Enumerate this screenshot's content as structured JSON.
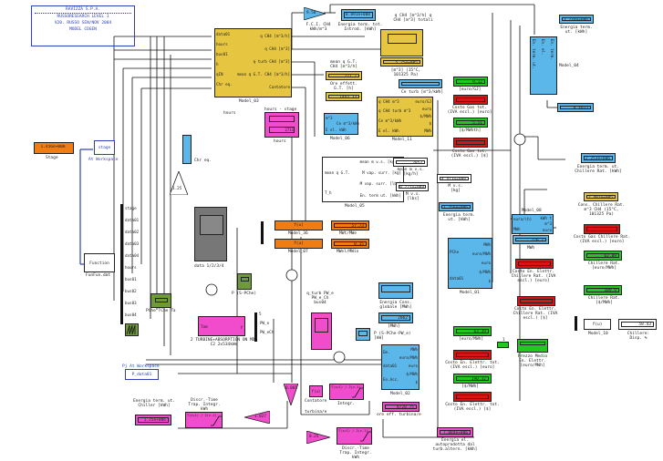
{
  "header": {
    "company": "RAVIZZA S.P.A.",
    "project": "RUSSORESEARCH LEVEL 1",
    "author_date": "V20. RUSSO SEN/NOV 2004",
    "model": "MODEL COGEN"
  },
  "stage": {
    "value": "1.456e+008",
    "label": "Stage",
    "workspace_block": "stage",
    "workspace_label": "At Workspace"
  },
  "function_block": {
    "label": "Function",
    "caption": "FunFun.dat"
  },
  "bus_signals": [
    "stage",
    "data01",
    "data02",
    "data03",
    "data04",
    "hours",
    "bus01",
    "bus02",
    "bus03",
    "bus04"
  ],
  "model_03": {
    "name": "Model_03",
    "inputs": [
      "data01",
      "hours",
      "bus01",
      "h",
      "qIN",
      "Chr eq."
    ],
    "outputs": [
      "q CH4 [m^3/h]",
      "q CH4 [m^3]",
      "q turb CH4 [m^3]",
      "mean q G.T. CH4 [m^3/h]",
      "Contatore"
    ]
  },
  "gain_fci": {
    "value": "9.58",
    "label": "F.C.I. CH4 kWh/m^3"
  },
  "energy_input": {
    "value": "8.891e+008",
    "label": "Energia term. tot. Introd. [kWh]"
  },
  "scope_total": {
    "title": "q CH4 [m^3/h] q CH4 [m^3] totali",
    "value": "5.25e+005",
    "label": "[m^3] (15°C, 101325 Pa)"
  },
  "mean_gt": {
    "title": "mean q G.T. CH4 [m^3/h]",
    "value": "221.7",
    "label": "Ore effett. G.T. [h]"
  },
  "ore_effett": {
    "value": "1443.33"
  },
  "hours_block": {
    "label": "hours",
    "scope_title": "hours - stage",
    "value": "2711",
    "caption": "hours"
  },
  "model_06": {
    "name": "Model_06",
    "inputs": [
      "m^3",
      "E el. kWh"
    ],
    "center": "Ce m^3/kWh"
  },
  "ce_turb": {
    "label": "Ce turb [m^3/kWh]"
  },
  "model_11": {
    "name": "Model_11",
    "inputs": [
      "q CH4 m^3",
      "q CH4 turb m^3",
      "Ce m^3/kWh",
      "E el. kWh"
    ],
    "outputs": [
      "euro/GJ",
      "euro",
      "$/MWh",
      "$",
      "MWh"
    ]
  },
  "gas_outputs": [
    {
      "value": "9.12",
      "label": "[euro/GJ]",
      "color": "green"
    },
    {
      "value": "",
      "label": "Costo Gas tot. (IVA escl.) [euro]",
      "color": "red"
    },
    {
      "value": "5.51",
      "label": "[$/MWhth]",
      "color": "green"
    },
    {
      "value": "",
      "label": "Costo Gas tot. (IVA escl.) [$]",
      "color": "red"
    }
  ],
  "chr_eq": {
    "label": "Chr eq."
  },
  "gain_125": {
    "value": "1.25"
  },
  "model_05": {
    "name": "Model_05",
    "inputs": [
      "mean q G.T.",
      "T_h"
    ],
    "outputs": [
      "mean m v.s. [kg/h]",
      "M vap. surr. [kg]",
      "M vap. surr. [lbs]",
      "En. term ut. [kWh]"
    ]
  },
  "steam_outputs": [
    {
      "value": "2053",
      "label": "mean m v.s. [kg/h]"
    },
    {
      "value": "4.413e+008",
      "label": "M v.s. [kg]"
    },
    {
      "value": "9.727e+008",
      "label": "M v.s. [lbs]"
    },
    {
      "value": "1.256e+006",
      "label": "Energia term. ut. [kWh]"
    }
  ],
  "model_04": {
    "name": "Model_04",
    "outputs_rotated": [
      "En. term. ut.",
      "En. el.",
      "En. term."
    ]
  },
  "model_04_displays": [
    {
      "value": "3.734e+006",
      "label": "Energia term. ut. [kWh]"
    },
    {
      "value": "0.4033",
      "label": ""
    }
  ],
  "chiller_energy": {
    "value": "2.253e+006",
    "label": "Energia term. ut. Chillere Rat. [kWh]"
  },
  "model_08": {
    "name": "Model_08",
    "inputs": [
      "euro/(h)",
      "MWh"
    ],
    "outputs": [
      "kWh t",
      "m^3",
      "euro"
    ]
  },
  "chiller_outputs": [
    {
      "value": "2.402e+005",
      "label": "Cons. Chillere Rat. m^3 CH4 (15°C, 101325 Pa)",
      "color": "yellow"
    },
    {
      "value": "",
      "label": "Costo Gas Chillere Rat. (IVA escl.) [euro]",
      "color": "red"
    },
    {
      "value": "62.89",
      "label": "Chillere Rat. [euro/MWh]",
      "color": "green"
    },
    {
      "value": "",
      "label": "Costo En. Elettr. Chillere Rat. (IVA escl.) [euro]",
      "color": "red"
    },
    {
      "value": "189.9",
      "label": "Chillere Rat. [$/MWh]",
      "color": "green"
    },
    {
      "value": "",
      "label": "Costo En. Elettr. Chillere Rat. (IVA escl.) [$]",
      "color": "red"
    }
  ],
  "mwh_display": {
    "value": "720.7",
    "label": "MWh"
  },
  "model_01": {
    "name": "Model_01",
    "inputs": [
      "PChe",
      "data01"
    ],
    "outputs": [
      "MWh",
      "euro/MWh",
      "euro",
      "$/MWh",
      "$"
    ]
  },
  "model_10": {
    "name": "Model_10",
    "fn": "f(u)"
  },
  "chiller_disp": {
    "value": "58.43",
    "label": "Chillere: Disp. %"
  },
  "model_36": {
    "name": "Model_36",
    "fn": "f(u)",
    "value": "57.73",
    "label": "MWt/MWe"
  },
  "model_07": {
    "name": "Model_07",
    "fn": "f(u)",
    "value": "0.35",
    "label": "MWel/MWin"
  },
  "scope_data": {
    "label": "data 1/2/3/4"
  },
  "scope_p": {
    "label": "P (S-PChe)"
  },
  "scope_pche": {
    "label": "PChe TChe Ta"
  },
  "turbine_block": {
    "label": "2 TURBINE+ABSORPTION ON MDA C2 2x534kWe",
    "port": "y",
    "in": "Tam"
  },
  "pw_bus": {
    "labels": [
      "PW_e",
      "PW_eCh"
    ],
    "n": "5"
  },
  "scope_pw": {
    "title": "q_turb PW_e PW_e_Ch bus04"
  },
  "energia_cons": {
    "value": "",
    "label": "Energia Cons. globale [MWh]"
  },
  "energia_val": {
    "value": "2062",
    "label": "[MWh]"
  },
  "scope_pche_pw": {
    "label": "P (S-PChe-PW_e) [kW]"
  },
  "model_02": {
    "name": "Model_02",
    "inputs": [
      "Em.",
      "data01",
      "En.Acc."
    ],
    "outputs": [
      "MWh",
      "euro/MWh",
      "euro",
      "$/MWh",
      "$"
    ]
  },
  "elec_outputs": [
    {
      "value": "63.39",
      "label": "[euro/MWh]",
      "color": "green"
    },
    {
      "value": "",
      "label": "Costo En. Elettr. tot. (IVA escl.) [euro]",
      "color": "red"
    },
    {
      "value": "190.32",
      "label": "[$/MWh]",
      "color": "green"
    },
    {
      "value": "",
      "label": "Costo En. Elettr. tot. (IVA escl.) [$]",
      "color": "red"
    }
  ],
  "gain_one": {
    "value": "1"
  },
  "prezzo_medio": {
    "value": "",
    "label": "Prezzo Medio En. Elettr. [euro/MWh]"
  },
  "pj_workspace": {
    "title": "Pj At Workspace",
    "block": "P_data01"
  },
  "gain_0001": {
    "value": "0.001"
  },
  "contatore": {
    "fn": "f(u)",
    "label": "Contatore"
  },
  "integ1": {
    "label": "Integr.",
    "tf": "T(z+1) / 2(z-1)"
  },
  "turbina_label": "turbina/e",
  "ore_eff_turb": {
    "value": "8720.75",
    "label": "ore eff. turbina/e"
  },
  "gain_127": {
    "value": "1.027"
  },
  "integ_chiller": {
    "label": "Discr.-Time Trap. Integr. kWh"
  },
  "chiller_energy2": {
    "value": "1.25e+006",
    "label": "Energia term. ut. Chiller [kWh]"
  },
  "gain_025": {
    "value": "0.25"
  },
  "integ_autoprod": {
    "label": "Discr.-Time Trap. Integr. kWh"
  },
  "energia_autoprod": {
    "value": "7.084e+006",
    "label": "Energia el. autoprodotta dal turb.altern. [kWh]"
  }
}
